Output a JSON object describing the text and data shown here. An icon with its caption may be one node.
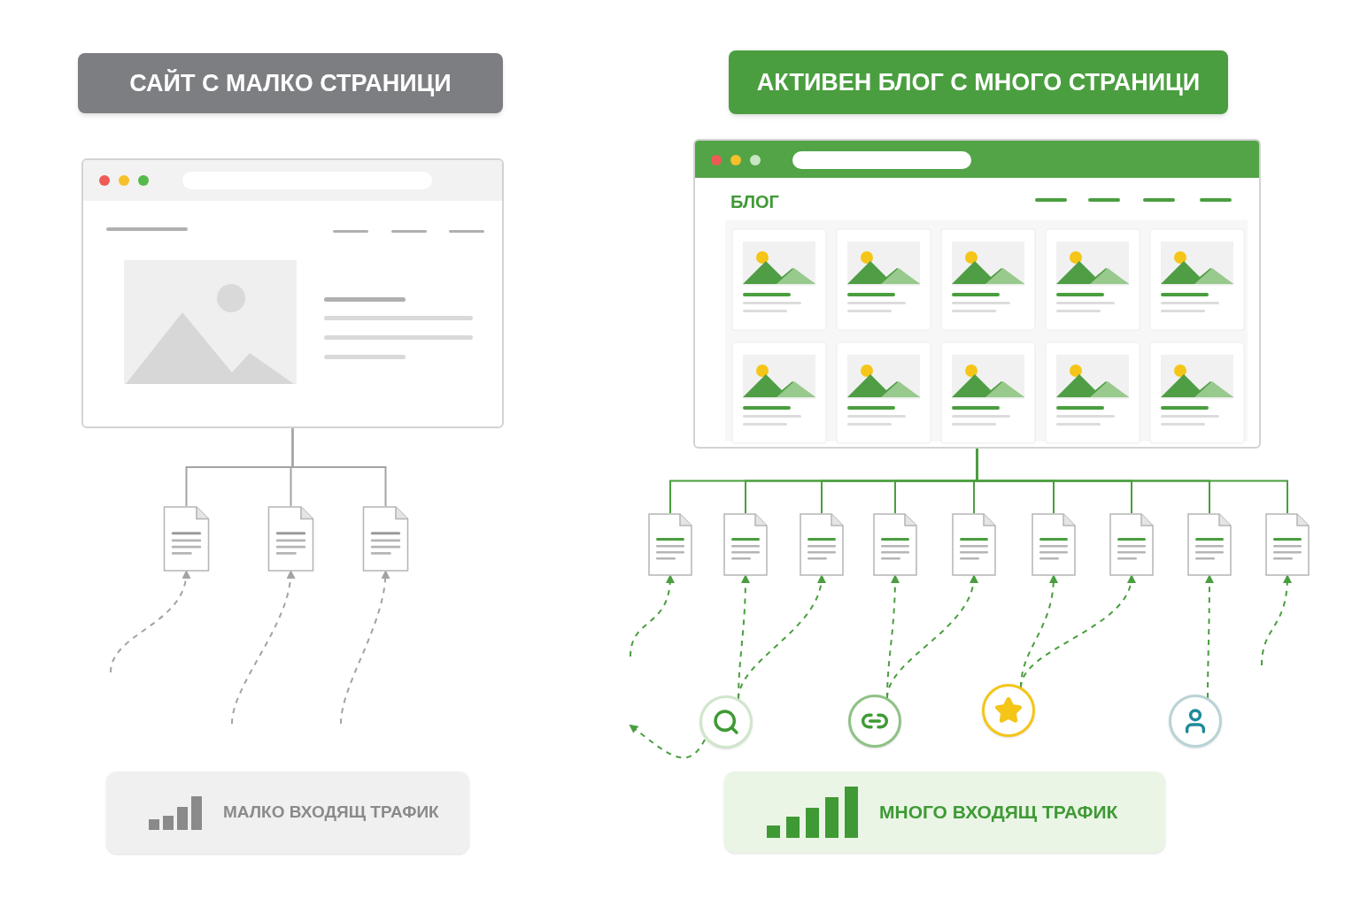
{
  "diagram": {
    "nodes": [
      {
        "text": [
          "САЙТ С МАЛКО СТРАНИЦИ"
        ]
      },
      {
        "text": [],
        "shape": "picture"
      },
      {
        "text": [],
        "shape": "picture"
      },
      {
        "text": [],
        "shape": "picture"
      },
      {
        "text": [],
        "shape": "picture"
      },
      {
        "text": [
          "МАЛКО ВХОДЯЩ ТРАФИК"
        ]
      },
      {
        "text": [
          "АКТИВЕН БЛОГ С МНОГО СТРАНИЦИ"
        ]
      },
      {
        "text": [
          "БЛОГ"
        ]
      },
      {
        "text": [],
        "shape": "picture"
      },
      {
        "text": [],
        "shape": "picture"
      },
      {
        "text": [],
        "shape": "picture"
      },
      {
        "text": [],
        "shape": "picture"
      },
      {
        "text": [],
        "shape": "picture"
      },
      {
        "text": [],
        "shape": "picture"
      },
      {
        "text": [],
        "shape": "picture"
      },
      {
        "text": [],
        "shape": "picture"
      },
      {
        "text": [],
        "shape": "picture"
      },
      {
        "text": [],
        "shape": "circle"
      },
      {
        "text": [],
        "shape": "circle"
      },
      {
        "text": [],
        "shape": "circle"
      },
      {
        "text": [],
        "shape": "circle"
      },
      {
        "text": [
          "МНОГО ВХОДЯЩ ТРАФИК"
        ]
      }
    ],
    "edges": [
      {
        "from": 1,
        "to": 2,
        "arrow": "none",
        "color": "#a3a3a3"
      },
      {
        "from": 1,
        "to": 3,
        "arrow": "none",
        "color": "#a3a3a3"
      },
      {
        "from": 1,
        "to": 4,
        "arrow": "none",
        "color": "#a3a3a3"
      },
      {
        "from": null,
        "to": 2,
        "arrow": "to",
        "style": "dashed",
        "color": "#a3a3a3"
      },
      {
        "from": null,
        "to": 3,
        "arrow": "to",
        "style": "dashed",
        "color": "#a3a3a3"
      },
      {
        "from": null,
        "to": 4,
        "arrow": "to",
        "style": "dashed",
        "color": "#a3a3a3"
      },
      {
        "from": 7,
        "to": 8,
        "arrow": "none"
      },
      {
        "from": 7,
        "to": 9,
        "arrow": "none"
      },
      {
        "from": 7,
        "to": 10,
        "arrow": "none"
      },
      {
        "from": 7,
        "to": 11,
        "arrow": "none"
      },
      {
        "from": 7,
        "to": 12,
        "arrow": "none"
      },
      {
        "from": 7,
        "to": 13,
        "arrow": "none"
      },
      {
        "from": 7,
        "to": 14,
        "arrow": "none"
      },
      {
        "from": 7,
        "to": 15,
        "arrow": "none"
      },
      {
        "from": 7,
        "to": 16,
        "arrow": "none"
      },
      {
        "from": null,
        "to": 8,
        "arrow": "to",
        "style": "dashed"
      },
      {
        "from": 17,
        "to": 9,
        "arrow": "to",
        "style": "dashed"
      },
      {
        "from": 17,
        "to": 10,
        "arrow": "to",
        "style": "dashed"
      },
      {
        "from": 18,
        "to": 11,
        "arrow": "to",
        "style": "dashed"
      },
      {
        "from": 18,
        "to": 12,
        "arrow": "to",
        "style": "dashed"
      },
      {
        "from": 19,
        "to": 13,
        "arrow": "to",
        "style": "dashed"
      },
      {
        "from": 19,
        "to": 14,
        "arrow": "to",
        "style": "dashed"
      },
      {
        "from": 20,
        "to": 15,
        "arrow": "to",
        "style": "dashed"
      },
      {
        "from": null,
        "to": 16,
        "arrow": "to",
        "style": "dashed"
      },
      {
        "from": 17,
        "to": null,
        "arrow": "to",
        "style": "dashed"
      }
    ]
  }
}
